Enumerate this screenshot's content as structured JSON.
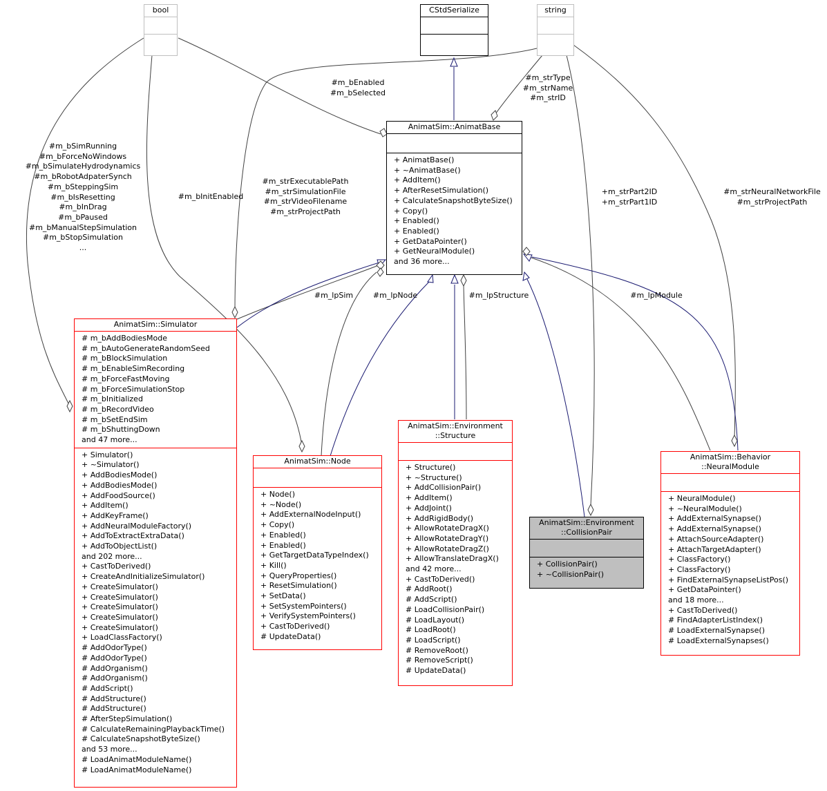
{
  "nodes": {
    "bool": {
      "title": [
        "bool"
      ],
      "attributes": [],
      "methods": []
    },
    "cstd": {
      "title": [
        "CStdSerialize"
      ],
      "attributes": [],
      "methods": []
    },
    "string": {
      "title": [
        "string"
      ],
      "attributes": [],
      "methods": []
    },
    "animatbase": {
      "title": [
        "AnimatSim::AnimatBase"
      ],
      "attributes": [],
      "methods": [
        "+ AnimatBase()",
        "+ ~AnimatBase()",
        "+ AddItem()",
        "+ AfterResetSimulation()",
        "+ CalculateSnapshotByteSize()",
        "+ Copy()",
        "+ Enabled()",
        "+ Enabled()",
        "+ GetDataPointer()",
        "+ GetNeuralModule()",
        "and 36 more..."
      ]
    },
    "simulator": {
      "title": [
        "AnimatSim::Simulator"
      ],
      "attributes": [
        "# m_bAddBodiesMode",
        "# m_bAutoGenerateRandomSeed",
        "# m_bBlockSimulation",
        "# m_bEnableSimRecording",
        "# m_bForceFastMoving",
        "# m_bForceSimulationStop",
        "# m_bInitialized",
        "# m_bRecordVideo",
        "# m_bSetEndSim",
        "# m_bShuttingDown",
        "and 47 more..."
      ],
      "methods": [
        "+ Simulator()",
        "+ ~Simulator()",
        "+ AddBodiesMode()",
        "+ AddBodiesMode()",
        "+ AddFoodSource()",
        "+ AddItem()",
        "+ AddKeyFrame()",
        "+ AddNeuralModuleFactory()",
        "+ AddToExtractExtraData()",
        "+ AddToObjectList()",
        "and 202 more...",
        "+ CastToDerived()",
        "+ CreateAndInitializeSimulator()",
        "+ CreateSimulator()",
        "+ CreateSimulator()",
        "+ CreateSimulator()",
        "+ CreateSimulator()",
        "+ CreateSimulator()",
        "+ LoadClassFactory()",
        "# AddOdorType()",
        "# AddOdorType()",
        "# AddOrganism()",
        "# AddOrganism()",
        "# AddScript()",
        "# AddStructure()",
        "# AddStructure()",
        "# AfterStepSimulation()",
        "# CalculateRemainingPlaybackTime()",
        "# CalculateSnapshotByteSize()",
        "and 53 more...",
        "# LoadAnimatModuleName()",
        "# LoadAnimatModuleName()"
      ]
    },
    "node": {
      "title": [
        "AnimatSim::Node"
      ],
      "attributes": [],
      "methods": [
        "+ Node()",
        "+ ~Node()",
        "+ AddExternalNodeInput()",
        "+ Copy()",
        "+ Enabled()",
        "+ Enabled()",
        "+ GetTargetDataTypeIndex()",
        "+ Kill()",
        "+ QueryProperties()",
        "+ ResetSimulation()",
        "+ SetData()",
        "+ SetSystemPointers()",
        "+ VerifySystemPointers()",
        "+ CastToDerived()",
        "# UpdateData()"
      ]
    },
    "structure": {
      "title": [
        "AnimatSim::Environment",
        "::Structure"
      ],
      "attributes": [],
      "methods": [
        "+ Structure()",
        "+ ~Structure()",
        "+ AddCollisionPair()",
        "+ AddItem()",
        "+ AddJoint()",
        "+ AddRigidBody()",
        "+ AllowRotateDragX()",
        "+ AllowRotateDragY()",
        "+ AllowRotateDragZ()",
        "+ AllowTranslateDragX()",
        "and 42 more...",
        "+ CastToDerived()",
        "# AddRoot()",
        "# AddScript()",
        "# LoadCollisionPair()",
        "# LoadLayout()",
        "# LoadRoot()",
        "# LoadScript()",
        "# RemoveRoot()",
        "# RemoveScript()",
        "# UpdateData()"
      ]
    },
    "collision": {
      "title": [
        "AnimatSim::Environment",
        "::CollisionPair"
      ],
      "attributes": [],
      "methods": [
        "+ CollisionPair()",
        "+ ~CollisionPair()"
      ]
    },
    "neural": {
      "title": [
        "AnimatSim::Behavior",
        "::NeuralModule"
      ],
      "attributes": [],
      "methods": [
        "+ NeuralModule()",
        "+ ~NeuralModule()",
        "+ AddExternalSynapse()",
        "+ AddExternalSynapse()",
        "+ AttachSourceAdapter()",
        "+ AttachTargetAdapter()",
        "+ ClassFactory()",
        "+ ClassFactory()",
        "+ FindExternalSynapseListPos()",
        "+ GetDataPointer()",
        "and 18 more...",
        "+ CastToDerived()",
        "# FindAdapterListIndex()",
        "# LoadExternalSynapse()",
        "# LoadExternalSynapses()"
      ]
    }
  },
  "edge_labels": {
    "sim_flags": [
      "#m_bSimRunning",
      "#m_bForceNoWindows",
      "#m_bSimulateHydrodynamics",
      "#m_bRobotAdpaterSynch",
      "#m_bSteppingSim",
      "#m_bIsResetting",
      "#m_bInDrag",
      "#m_bPaused",
      "#m_bManualStepSimulation",
      "#m_bStopSimulation",
      "..."
    ],
    "init_enabled": [
      "#m_bInitEnabled"
    ],
    "enabled_selected": [
      "#m_bEnabled",
      "#m_bSelected"
    ],
    "sim_strings": [
      "#m_strExecutablePath",
      "#m_strSimulationFile",
      "#m_strVideoFilename",
      "#m_strProjectPath"
    ],
    "base_strings": [
      "#m_strType",
      "#m_strName",
      "#m_strID"
    ],
    "part_ids": [
      "+m_strPart2ID",
      "+m_strPart1ID"
    ],
    "neural_strings": [
      "#m_strNeuralNetworkFile",
      "#m_strProjectPath"
    ],
    "lp_sim": [
      "#m_lpSim"
    ],
    "lp_node": [
      "#m_lpNode"
    ],
    "lp_structure": [
      "#m_lpStructure"
    ],
    "lp_module": [
      "#m_lpModule"
    ]
  },
  "colors": {
    "inherit_edge": "#191970",
    "usage_edge": "#404040",
    "class_border": "#ff0000",
    "focus_fill": "#bfbfbf",
    "external_border": "#bfbfbf"
  }
}
